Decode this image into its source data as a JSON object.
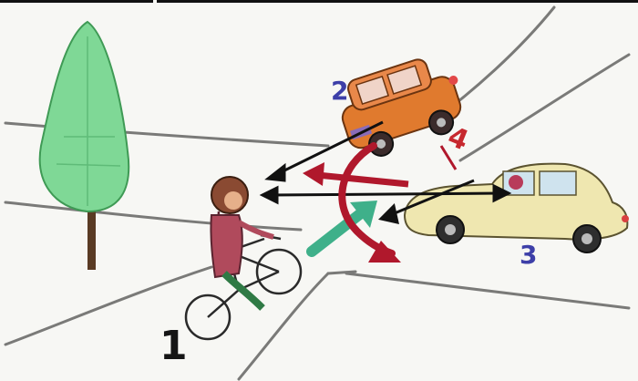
{
  "scene": {
    "labels": {
      "one": "1",
      "two": "2",
      "three": "3",
      "four": "4"
    },
    "colors": {
      "paper": "#f7f7f4",
      "road_line": "#7a7a78",
      "tree_leaves": "#7fd896",
      "tree_trunk": "#5a3b24",
      "car_2_body": "#e07a2e",
      "car_3_body": "#efe7b0",
      "sight_arrow": "#111111",
      "turn_arrow": "#b0182c",
      "cyclist_arrow": "#3fb08a",
      "label_blue": "#3d3fa8",
      "label_red": "#c7282e"
    },
    "icons": [
      "tree-icon",
      "orange-car-icon",
      "yellow-car-icon",
      "cyclist-icon",
      "turn-arrow-icon",
      "sight-arrow-icon"
    ]
  }
}
